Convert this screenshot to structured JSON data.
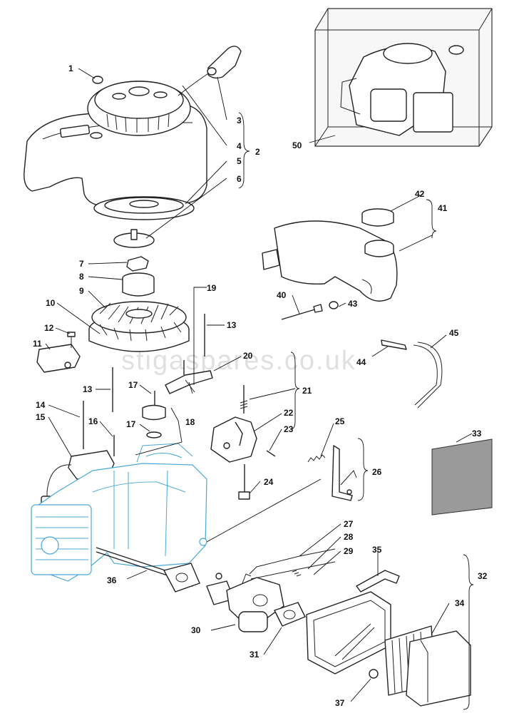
{
  "watermark": "stigaspares.co.uk",
  "callouts": {
    "c1": "1",
    "c2": "2",
    "c3": "3",
    "c4": "4",
    "c5": "5",
    "c6": "6",
    "c7": "7",
    "c8": "8",
    "c9": "9",
    "c10": "10",
    "c11": "11",
    "c12": "12",
    "c13a": "13",
    "c13b": "13",
    "c14": "14",
    "c15": "15",
    "c16": "16",
    "c17a": "17",
    "c17b": "17",
    "c18": "18",
    "c19": "19",
    "c20": "20",
    "c21": "21",
    "c22": "22",
    "c23": "23",
    "c24": "24",
    "c25": "25",
    "c26": "26",
    "c27": "27",
    "c28": "28",
    "c29": "29",
    "c30": "30",
    "c31": "31",
    "c32": "32",
    "c33": "33",
    "c34": "34",
    "c35": "35",
    "c36": "36",
    "c37": "37",
    "c40": "40",
    "c41": "41",
    "c42": "42",
    "c43": "43",
    "c44": "44",
    "c45": "45",
    "c50": "50"
  },
  "colors": {
    "line": "#222222",
    "engine_highlight": "#4aa8d8",
    "watermark": "#c8c8c8"
  }
}
